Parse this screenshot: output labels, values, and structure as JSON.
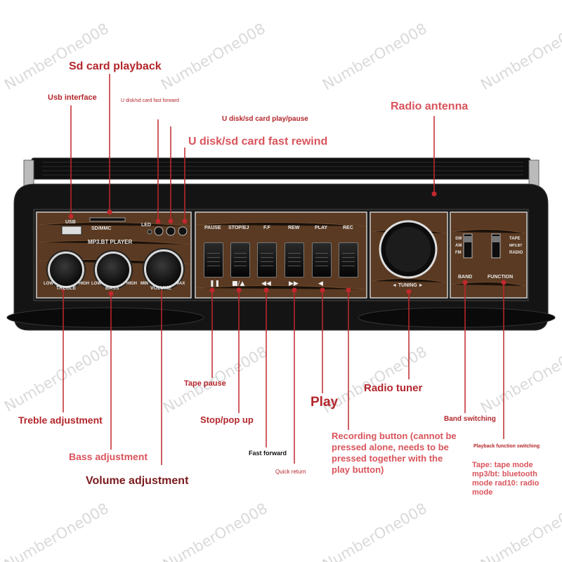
{
  "watermark": "NumberOne008",
  "annotations": {
    "sd_card_playback": "Sd card playback",
    "usb_interface": "Usb interface",
    "u_disk_fast_forward": "U disk/sd card fast forward",
    "u_disk_play_pause": "U disk/sd card play/pause",
    "u_disk_fast_rewind": "U disk/sd card fast rewind",
    "radio_antenna": "Radio antenna",
    "tape_pause": "Tape pause",
    "radio_tuner": "Radio tuner",
    "play": "Play",
    "treble_adjustment": "Treble adjustment",
    "stop_pop_up": "Stop/pop up",
    "band_switching": "Band switching",
    "recording_button": "Recording button (cannot be pressed alone, needs to be pressed together with the play button)",
    "playback_function_switching": "Playback function switching",
    "fast_forward": "Fast forward",
    "bass_adjustment": "Bass adjustment",
    "tape_mode_note": "Tape: tape mode mp3/bt: bluetooth mode rad10: radio mode",
    "quick_return": "Quick return",
    "volume_adjustment": "Volume adjustment"
  },
  "panel": {
    "usb": "USB",
    "sd_mmc": "SD/MMC",
    "led": "LED",
    "mp3_bt_player": "MP3.BT PLAYER",
    "low": "LOW",
    "high": "HIGH",
    "min": "MIN",
    "max": "MAX",
    "treble": "TREBLE",
    "bass": "BASS",
    "volume": "VOLUME",
    "tape_buttons": [
      "PAUSE",
      "STOP/EJ",
      "F.F",
      "REW",
      "PLAY",
      "REC"
    ],
    "tape_symbols": [
      "❚❚",
      "■/▲",
      "◀◀",
      "▶▶",
      "◀",
      ""
    ],
    "tuning": "◄ TUNING ►",
    "band_options": [
      "SW",
      "AM",
      "FM"
    ],
    "function_options": [
      "TAPE",
      "MP3.BT",
      "RADIO"
    ],
    "band": "BAND",
    "function": "FUNCTION"
  }
}
